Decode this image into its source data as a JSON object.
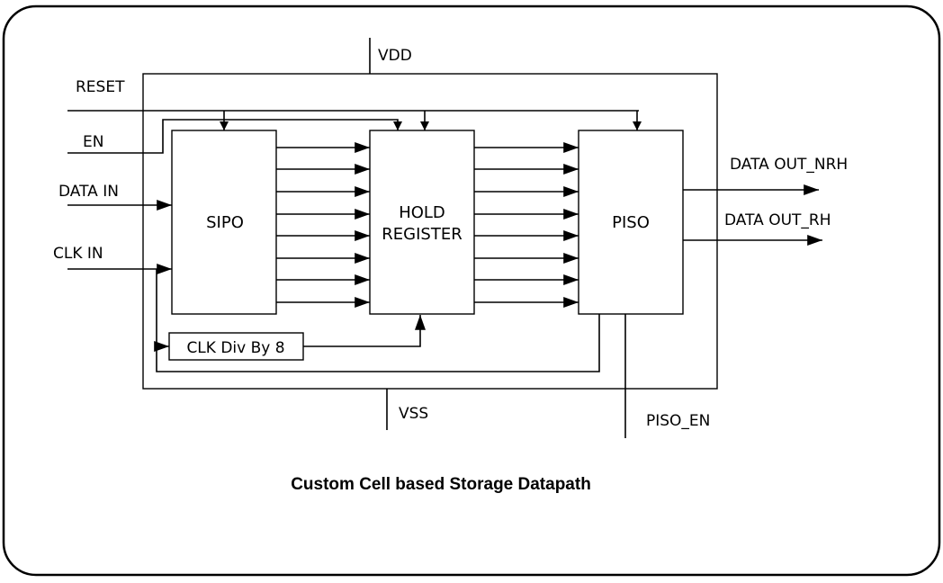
{
  "caption": "Custom Cell based Storage Datapath",
  "power": {
    "vdd": "VDD",
    "vss": "VSS"
  },
  "inputs": {
    "reset": "RESET",
    "en": "EN",
    "data_in": "DATA IN",
    "clk_in": "CLK IN"
  },
  "outputs": {
    "data_out_nrh": "DATA OUT_NRH",
    "data_out_rh": "DATA OUT_RH",
    "piso_en": "PISO_EN"
  },
  "blocks": {
    "sipo": "SIPO",
    "hold_line1": "HOLD",
    "hold_line2": "REGISTER",
    "piso": "PISO",
    "clkdiv": "CLK Div By 8"
  }
}
